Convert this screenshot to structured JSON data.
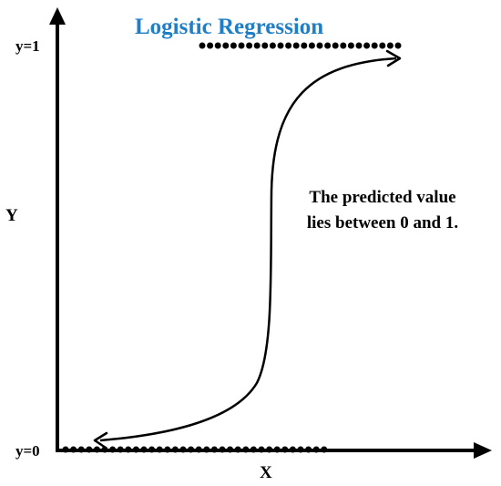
{
  "title": "Logistic Regression",
  "y_axis_label": "Y",
  "x_axis_label": "X",
  "y_upper_label": "y=1",
  "y_lower_label": "y=0",
  "annotation": {
    "line1": "The predicted value",
    "line2": "lies between 0 and 1."
  },
  "colors": {
    "title": "#1f7fc6",
    "ink": "#000000"
  },
  "icons": {
    "curve": "s-curve-double-arrow",
    "axes": "axis-arrows"
  }
}
